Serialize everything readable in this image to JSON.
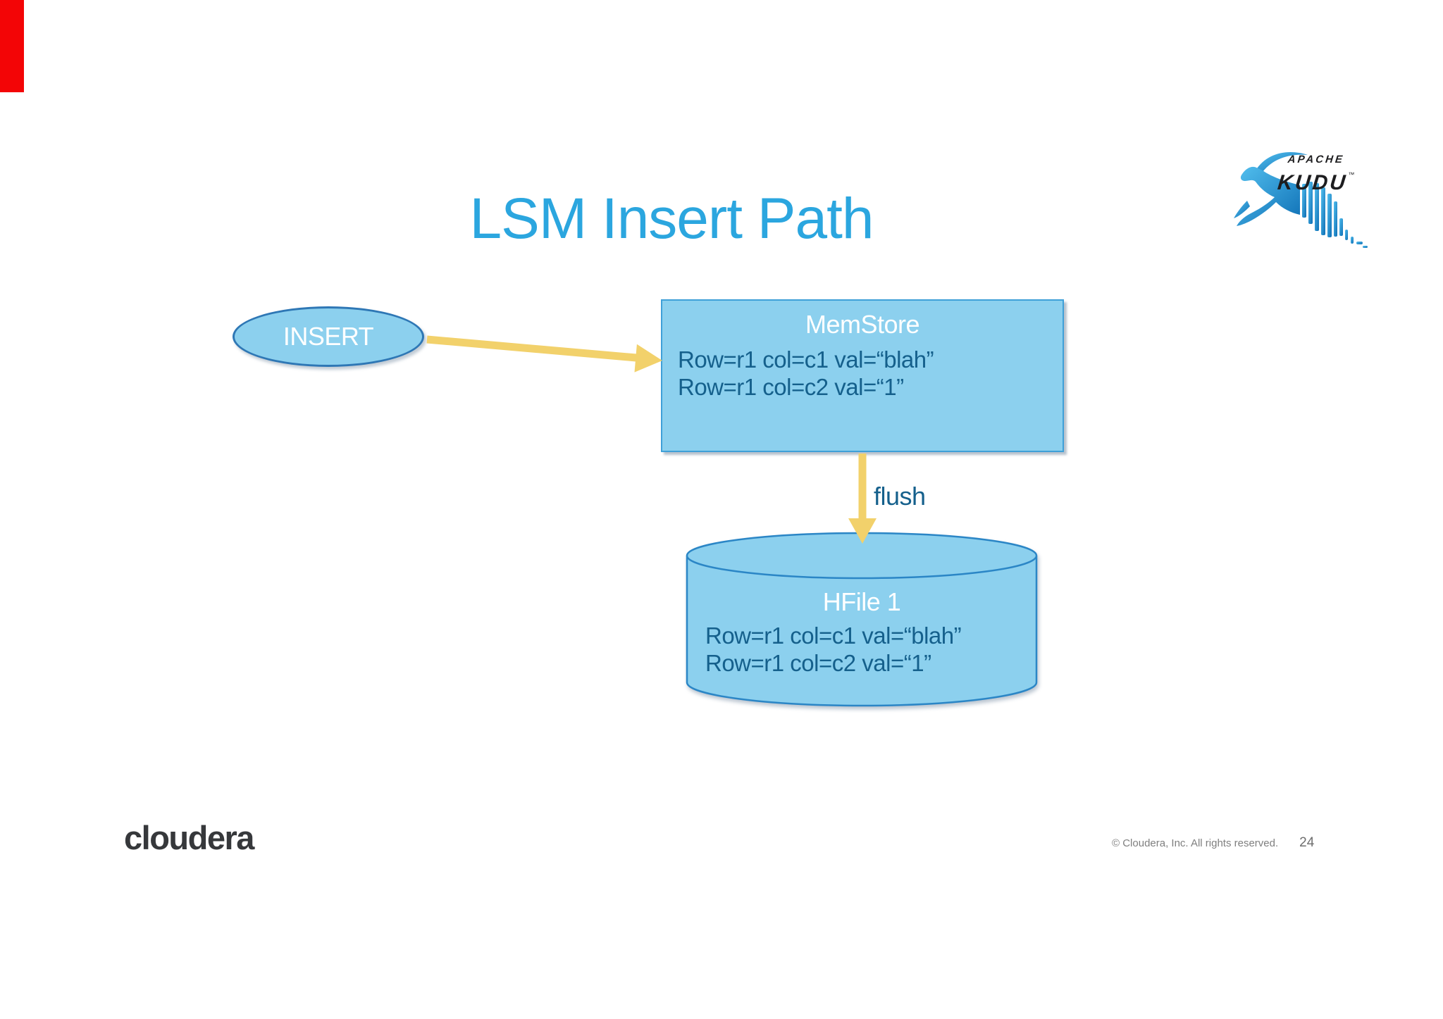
{
  "slide": {
    "title": "LSM Insert Path",
    "footer": {
      "copyright": "© Cloudera, Inc. All rights reserved.",
      "page_number": "24"
    }
  },
  "logos": {
    "kudu": {
      "apache": "APACHE",
      "kudu": "KUDU",
      "tm": "™"
    },
    "cloudera_wordmark": "cloudera"
  },
  "diagram": {
    "insert_label": "INSERT",
    "memstore": {
      "title": "MemStore",
      "rows": [
        "Row=r1 col=c1 val=“blah”",
        "Row=r1 col=c2 val=“1”"
      ]
    },
    "flush_label": "flush",
    "hfile": {
      "title": "HFile 1",
      "rows": [
        "Row=r1 col=c1 val=“blah”",
        "Row=r1 col=c2 val=“1”"
      ]
    }
  },
  "colors": {
    "accent_blue": "#2ba6df",
    "shape_fill": "#8cd0ee",
    "ellipse_border": "#2e77b5",
    "box_border": "#3fa0d8",
    "cylinder_border": "#2b86c6",
    "dark_text": "#15608c",
    "arrow_yellow": "#f2d16b",
    "footer_gray": "#7f7f7f",
    "wordmark_dark": "#36383b",
    "corner_marker_red": "#f30506"
  }
}
